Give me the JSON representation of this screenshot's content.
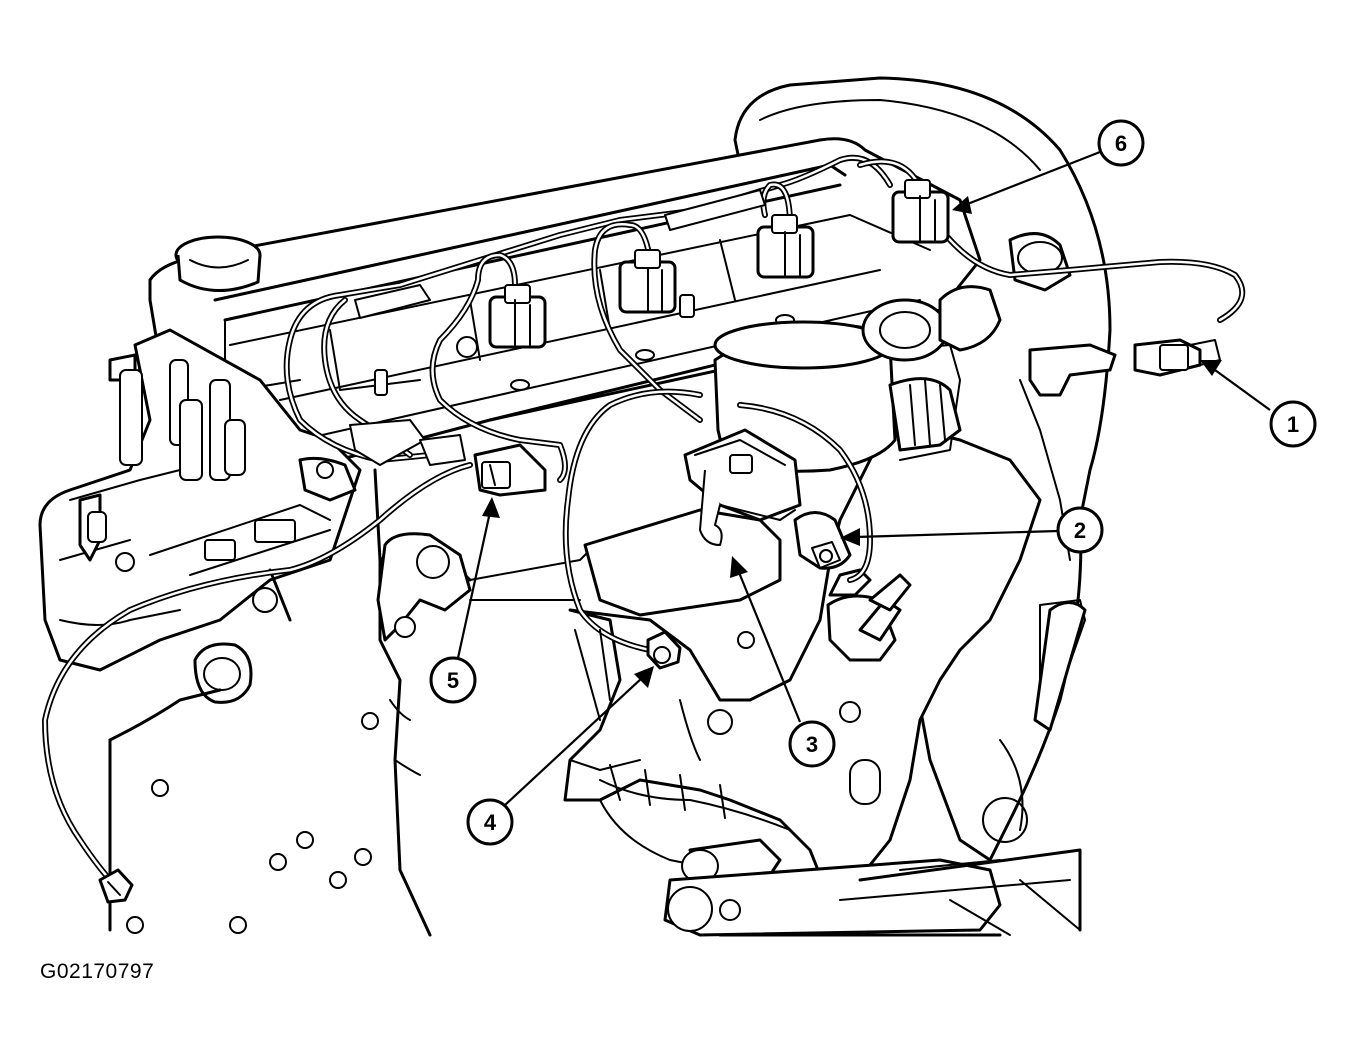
{
  "figure": {
    "id": "G02170797"
  },
  "callouts": [
    {
      "number": "1",
      "name": "callout-1"
    },
    {
      "number": "2",
      "name": "callout-2"
    },
    {
      "number": "3",
      "name": "callout-3"
    },
    {
      "number": "4",
      "name": "callout-4"
    },
    {
      "number": "5",
      "name": "callout-5"
    },
    {
      "number": "6",
      "name": "callout-6"
    }
  ]
}
